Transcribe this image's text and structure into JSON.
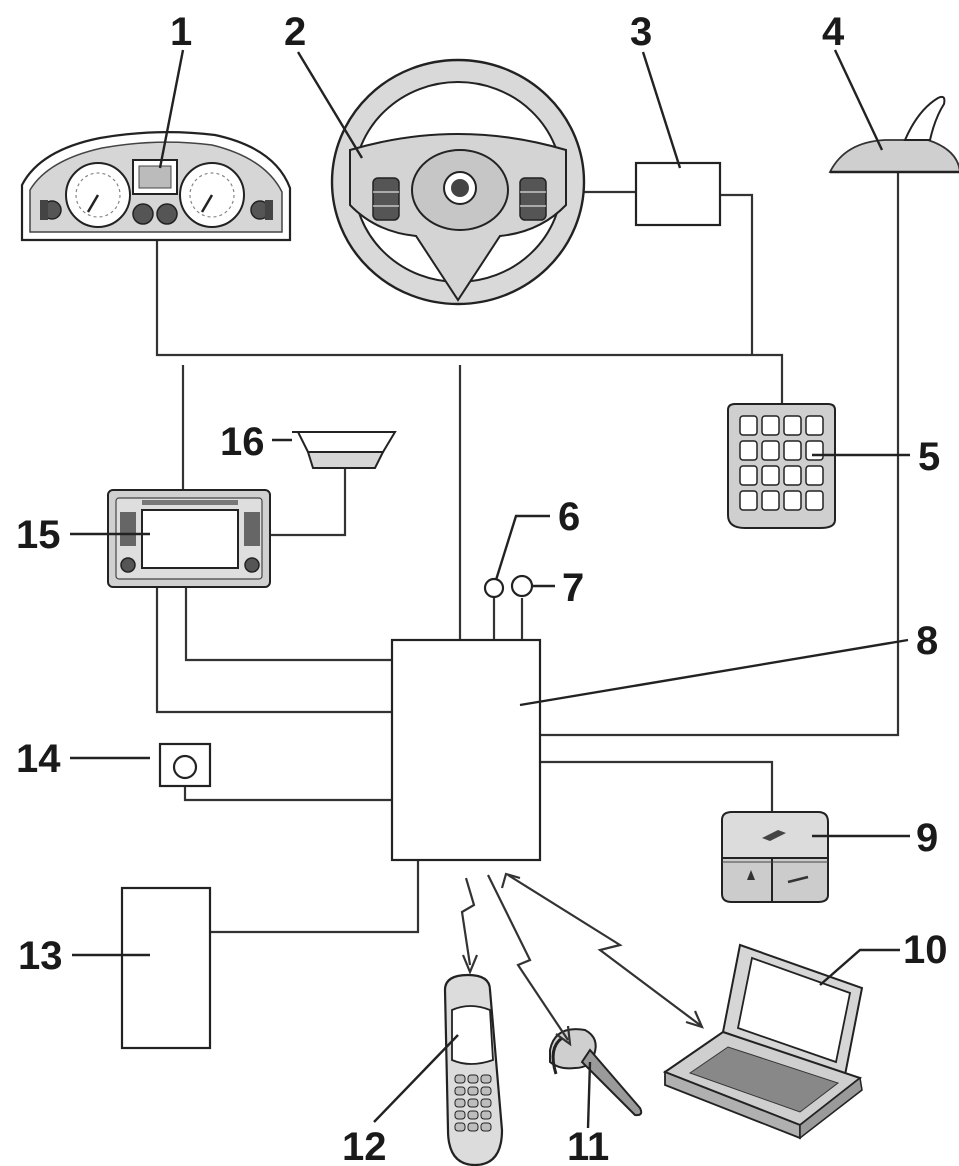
{
  "callouts": {
    "c1": "1",
    "c2": "2",
    "c3": "3",
    "c4": "4",
    "c5": "5",
    "c6": "6",
    "c7": "7",
    "c8": "8",
    "c9": "9",
    "c10": "10",
    "c11": "11",
    "c12": "12",
    "c13": "13",
    "c14": "14",
    "c15": "15",
    "c16": "16"
  },
  "icons": {
    "c1": "instrument-cluster-icon",
    "c2": "steering-wheel-icon",
    "c3": "control-unit-box-icon",
    "c4": "roof-antenna-icon",
    "c5": "keypad-icon",
    "c6": "microphone-icon",
    "c7": "microphone-icon",
    "c8": "central-control-unit-icon",
    "c9": "phone-cradle-icon",
    "c10": "laptop-icon",
    "c11": "bluetooth-headset-icon",
    "c12": "mobile-phone-icon",
    "c13": "module-box-icon",
    "c14": "socket-icon",
    "c15": "radio-navigation-unit-icon",
    "c16": "loudspeaker-icon"
  },
  "colors": {
    "line": "#222222",
    "fill_grey": "#cfcfcf",
    "background": "#ffffff"
  }
}
